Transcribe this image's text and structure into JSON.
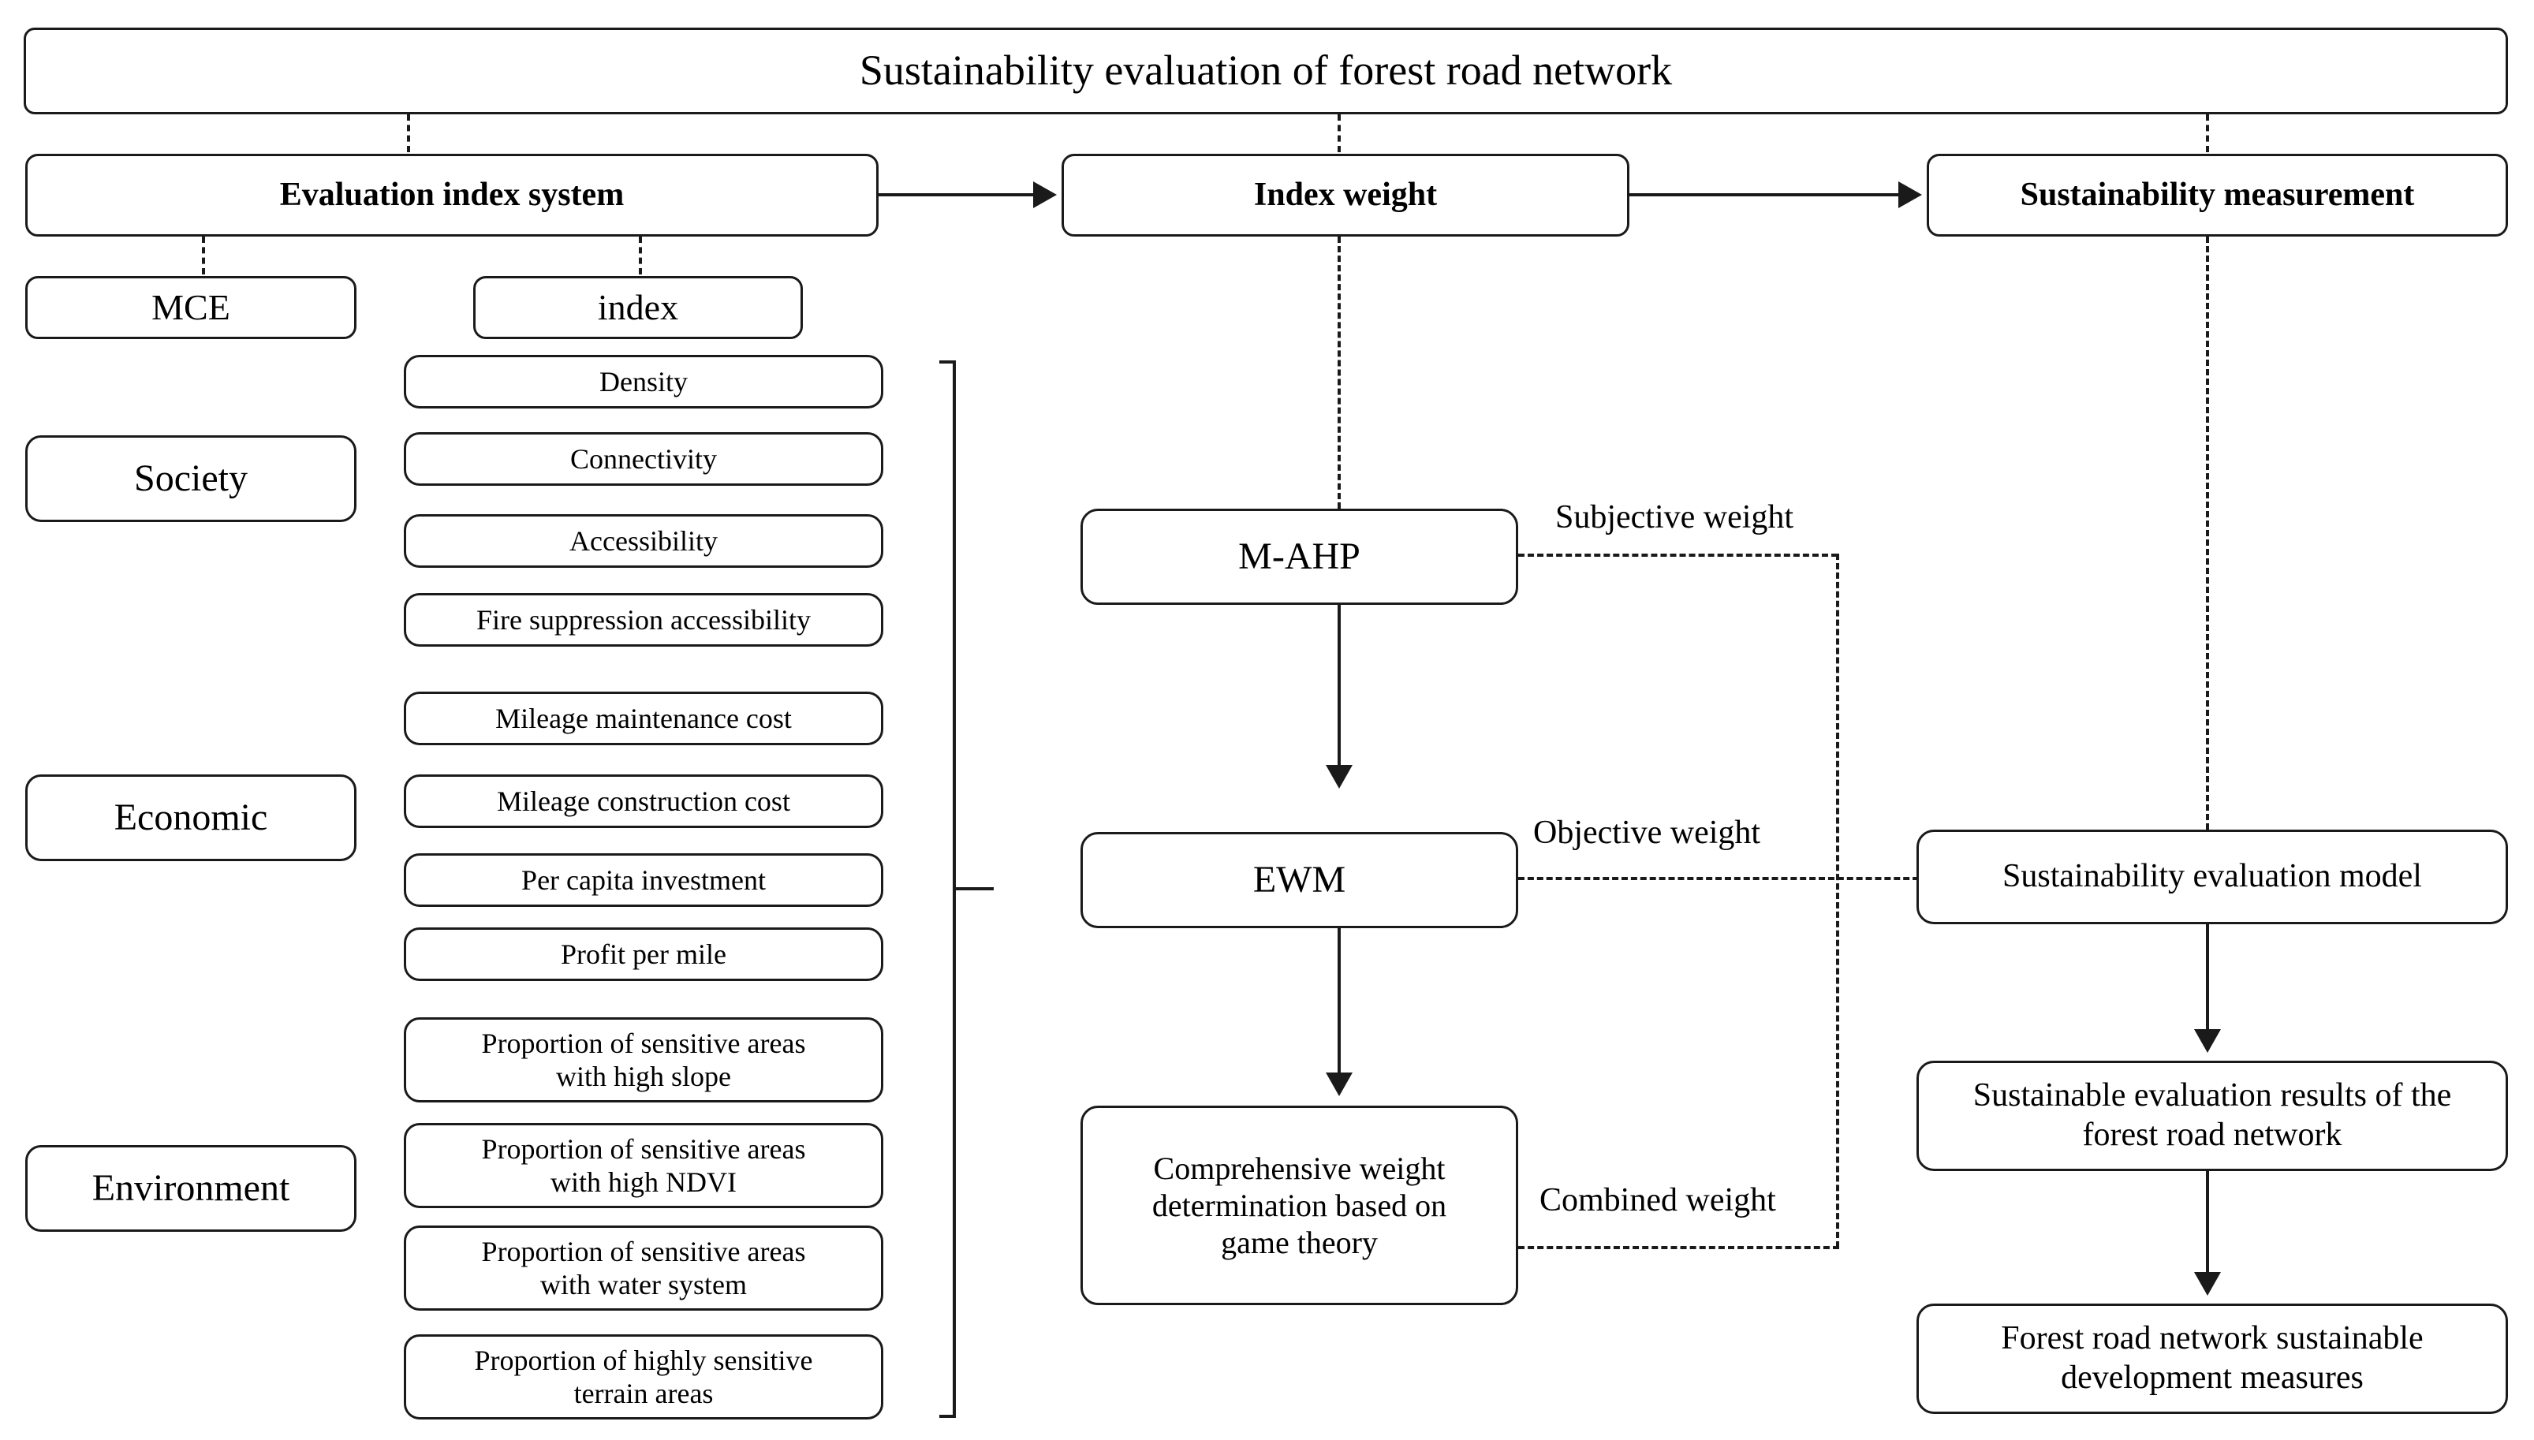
{
  "title": {
    "label": "Sustainability evaluation of forest road network"
  },
  "header_row": {
    "evaluation_index_system": "Evaluation index system",
    "index_weight": "Index weight",
    "sustainability_measurement": "Sustainability measurement"
  },
  "left_column": {
    "mce": "MCE",
    "categories": [
      {
        "label": "Society"
      },
      {
        "label": "Economic"
      },
      {
        "label": "Environment"
      }
    ]
  },
  "index_column": {
    "head": "index",
    "items": [
      {
        "label": "Density",
        "group": "Society"
      },
      {
        "label": "Connectivity",
        "group": "Society"
      },
      {
        "label": "Accessibility",
        "group": "Society"
      },
      {
        "label": "Fire suppression accessibility",
        "group": "Society"
      },
      {
        "label": "Mileage maintenance cost",
        "group": "Economic"
      },
      {
        "label": "Mileage construction cost",
        "group": "Economic"
      },
      {
        "label": "Per capita investment",
        "group": "Economic"
      },
      {
        "label": "Profit per mile",
        "group": "Economic"
      },
      {
        "label": "Proportion of sensitive areas with high slope",
        "line1": "Proportion of sensitive areas",
        "line2": "with high slope",
        "group": "Environment"
      },
      {
        "label": "Proportion of sensitive areas with high NDVI",
        "line1": "Proportion of sensitive areas",
        "line2": "with high NDVI",
        "group": "Environment"
      },
      {
        "label": "Proportion of sensitive areas with water system",
        "line1": "Proportion of sensitive areas",
        "line2": "with water system",
        "group": "Environment"
      },
      {
        "label": "Proportion of highly sensitive terrain areas",
        "line1": "Proportion of highly sensitive",
        "line2": "terrain areas",
        "group": "Environment"
      }
    ]
  },
  "middle_column": {
    "m_ahp": "M-AHP",
    "ewm": "EWM",
    "comprehensive_weight_line1": "Comprehensive weight",
    "comprehensive_weight_line2": "determination based on",
    "comprehensive_weight_line3": "game theory"
  },
  "edge_labels": {
    "subjective_weight": "Subjective weight",
    "objective_weight": "Objective weight",
    "combined_weight": "Combined weight"
  },
  "right_column": {
    "evaluation_model": "Sustainability evaluation model",
    "results_line1": "Sustainable evaluation results of the",
    "results_line2": "forest road network",
    "measures_line1": "Forest road network sustainable",
    "measures_line2": "development measures"
  },
  "colors": {
    "stroke": "#1a1a1a",
    "background": "#ffffff"
  }
}
